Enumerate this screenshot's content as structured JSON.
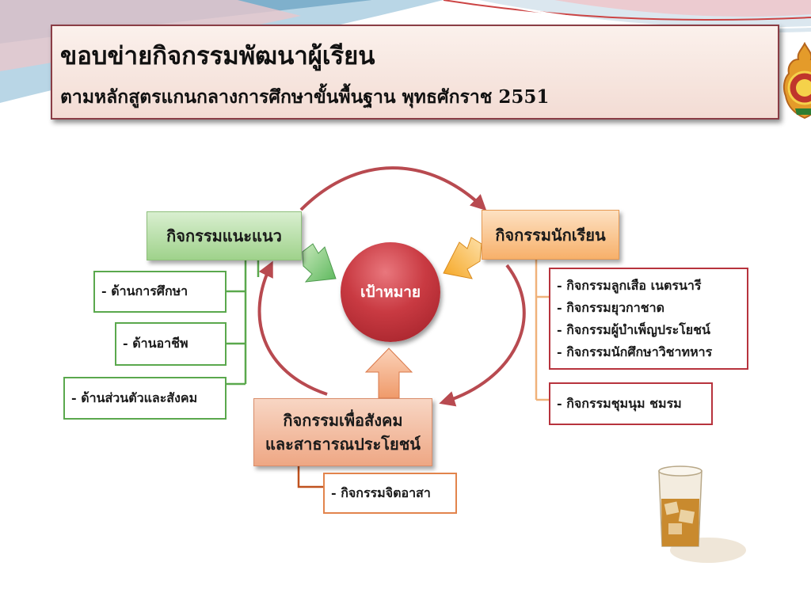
{
  "header": {
    "title": "ขอบข่ายกิจกรรมพัฒนาผู้เรียน",
    "subtitle": "ตามหลักสูตรแกนกลางการศึกษาขั้นพื้นฐาน พุทธศักราช 2551"
  },
  "center": {
    "label": "เป้าหมาย"
  },
  "guidance": {
    "label": "กิจกรรมแนะแนว",
    "items": [
      "- ด้านการศึกษา",
      "- ด้านอาชีพ",
      "- ด้านส่วนตัวและสังคม"
    ]
  },
  "student": {
    "label": "กิจกรรมนักเรียน",
    "group1": [
      "- กิจกรรมลูกเสือ เนตรนารี",
      "- กิจกรรมยุวกาชาด",
      "- กิจกรรมผู้บำเพ็ญประโยชน์",
      "- กิจกรรมนักศึกษาวิชาทหาร"
    ],
    "group2": "- กิจกรรมชุมนุม ชมรม"
  },
  "social": {
    "label_line1": "กิจกรรมเพื่อสังคม",
    "label_line2": "และสาธารณประโยชน์",
    "items": [
      "- กิจกรรมจิตอาสา"
    ]
  },
  "colors": {
    "guidance_green": "#5aa84d",
    "student_orange": "#f7b06a",
    "social_salmon": "#eea784",
    "goal_red": "#c93a42",
    "cycle_arrow": "#b84a50",
    "student_border": "#b7333d"
  }
}
